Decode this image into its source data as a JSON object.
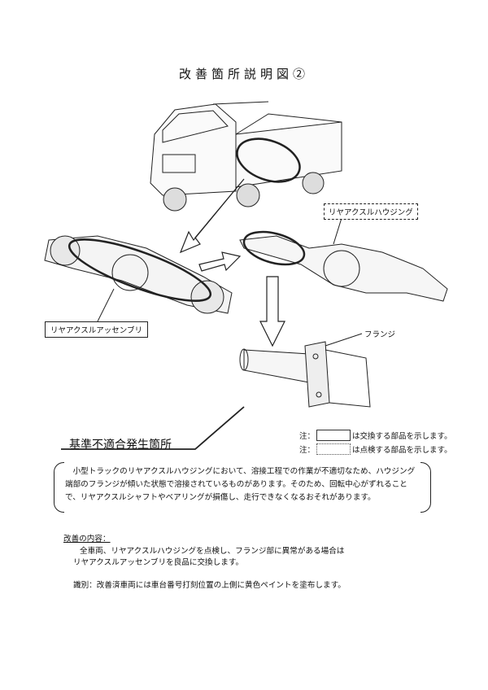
{
  "title": "改善箇所説明図②",
  "labels": {
    "assembly": "リヤアクスルアッセンブリ",
    "housing": "リヤアクスルハウジング",
    "flange": "フランジ",
    "nonconformity": "基準不適合発生箇所"
  },
  "notes": [
    {
      "prefix": "注：",
      "text": "は交換する部品を示します。"
    },
    {
      "prefix": "注：",
      "text": "は点検する部品を示します。"
    }
  ],
  "description": "小型トラックのリヤアクスルハウジングにおいて、溶接工程での作業が不適切なため、ハウジング端部のフランジが傾いた状態で溶接されているものがあります。そのため、回転中心がずれることで、リヤアクスルシャフトやベアリングが損傷し、走行できなくなるおそれがあります。",
  "fix": {
    "heading": "改善の内容：",
    "line1": "全車両、リヤアクスルハウジングを点検し、フランジ部に異常がある場合は",
    "line2": "リヤアクスルアッセンブリを良品に交換します。",
    "identification": "識別：改善済車両には車台番号打刻位置の上側に黄色ペイントを塗布します。"
  }
}
